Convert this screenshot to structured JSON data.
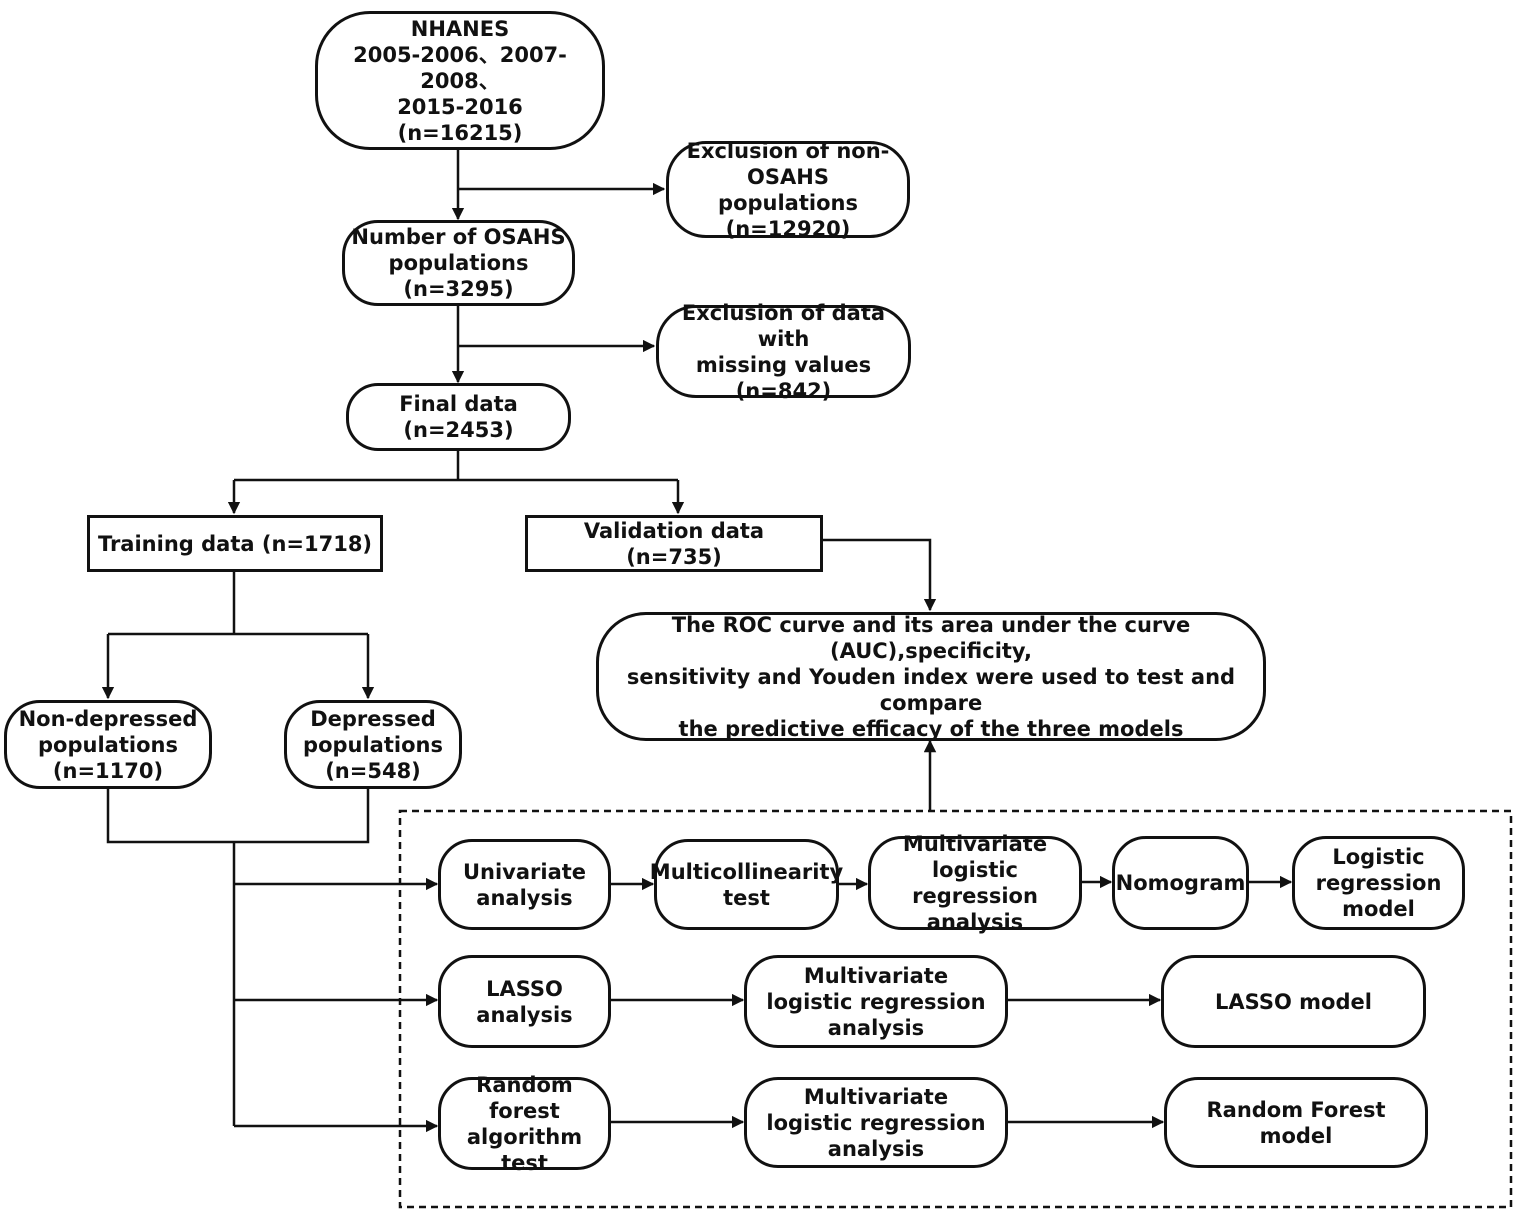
{
  "nodes": {
    "nhanes": "NHANES\n2005-2006、2007-2008、\n2015-2016\n(n=16215)",
    "excl_non_osahs": "Exclusion of  non-\nOSAHS populations\n(n=12920)",
    "osahs": "Number of OSAHS\npopulations\n(n=3295)",
    "excl_missing": "Exclusion of data with\nmissing values\n(n=842)",
    "final": "Final data\n(n=2453)",
    "training": "Training data  (n=1718)",
    "validation": "Validation data\n(n=735)",
    "roc": "The ROC curve and its area under the curve (AUC),specificity,\nsensitivity and Youden index were used to test and compare\nthe predictive efficacy of the three models",
    "non_depressed": "Non-depressed\npopulations\n(n=1170)",
    "depressed": "Depressed\npopulations\n(n=548)",
    "univariate": "Univariate\nanalysis",
    "multicollinearity": "Multicollinearity\ntest",
    "mvlr_1": "Multivariate\nlogistic regression\nanalysis",
    "nomogram": "Nomogram",
    "logistic_model": "Logistic\nregression\nmodel",
    "lasso": "LASSO\nanalysis",
    "mvlr_2": "Multivariate\nlogistic regression\nanalysis",
    "lasso_model": "LASSO model",
    "rf_test": "Random forest\nalgorithm test",
    "mvlr_3": "Multivariate\nlogistic regression\nanalysis",
    "rf_model": "Random Forest model"
  }
}
